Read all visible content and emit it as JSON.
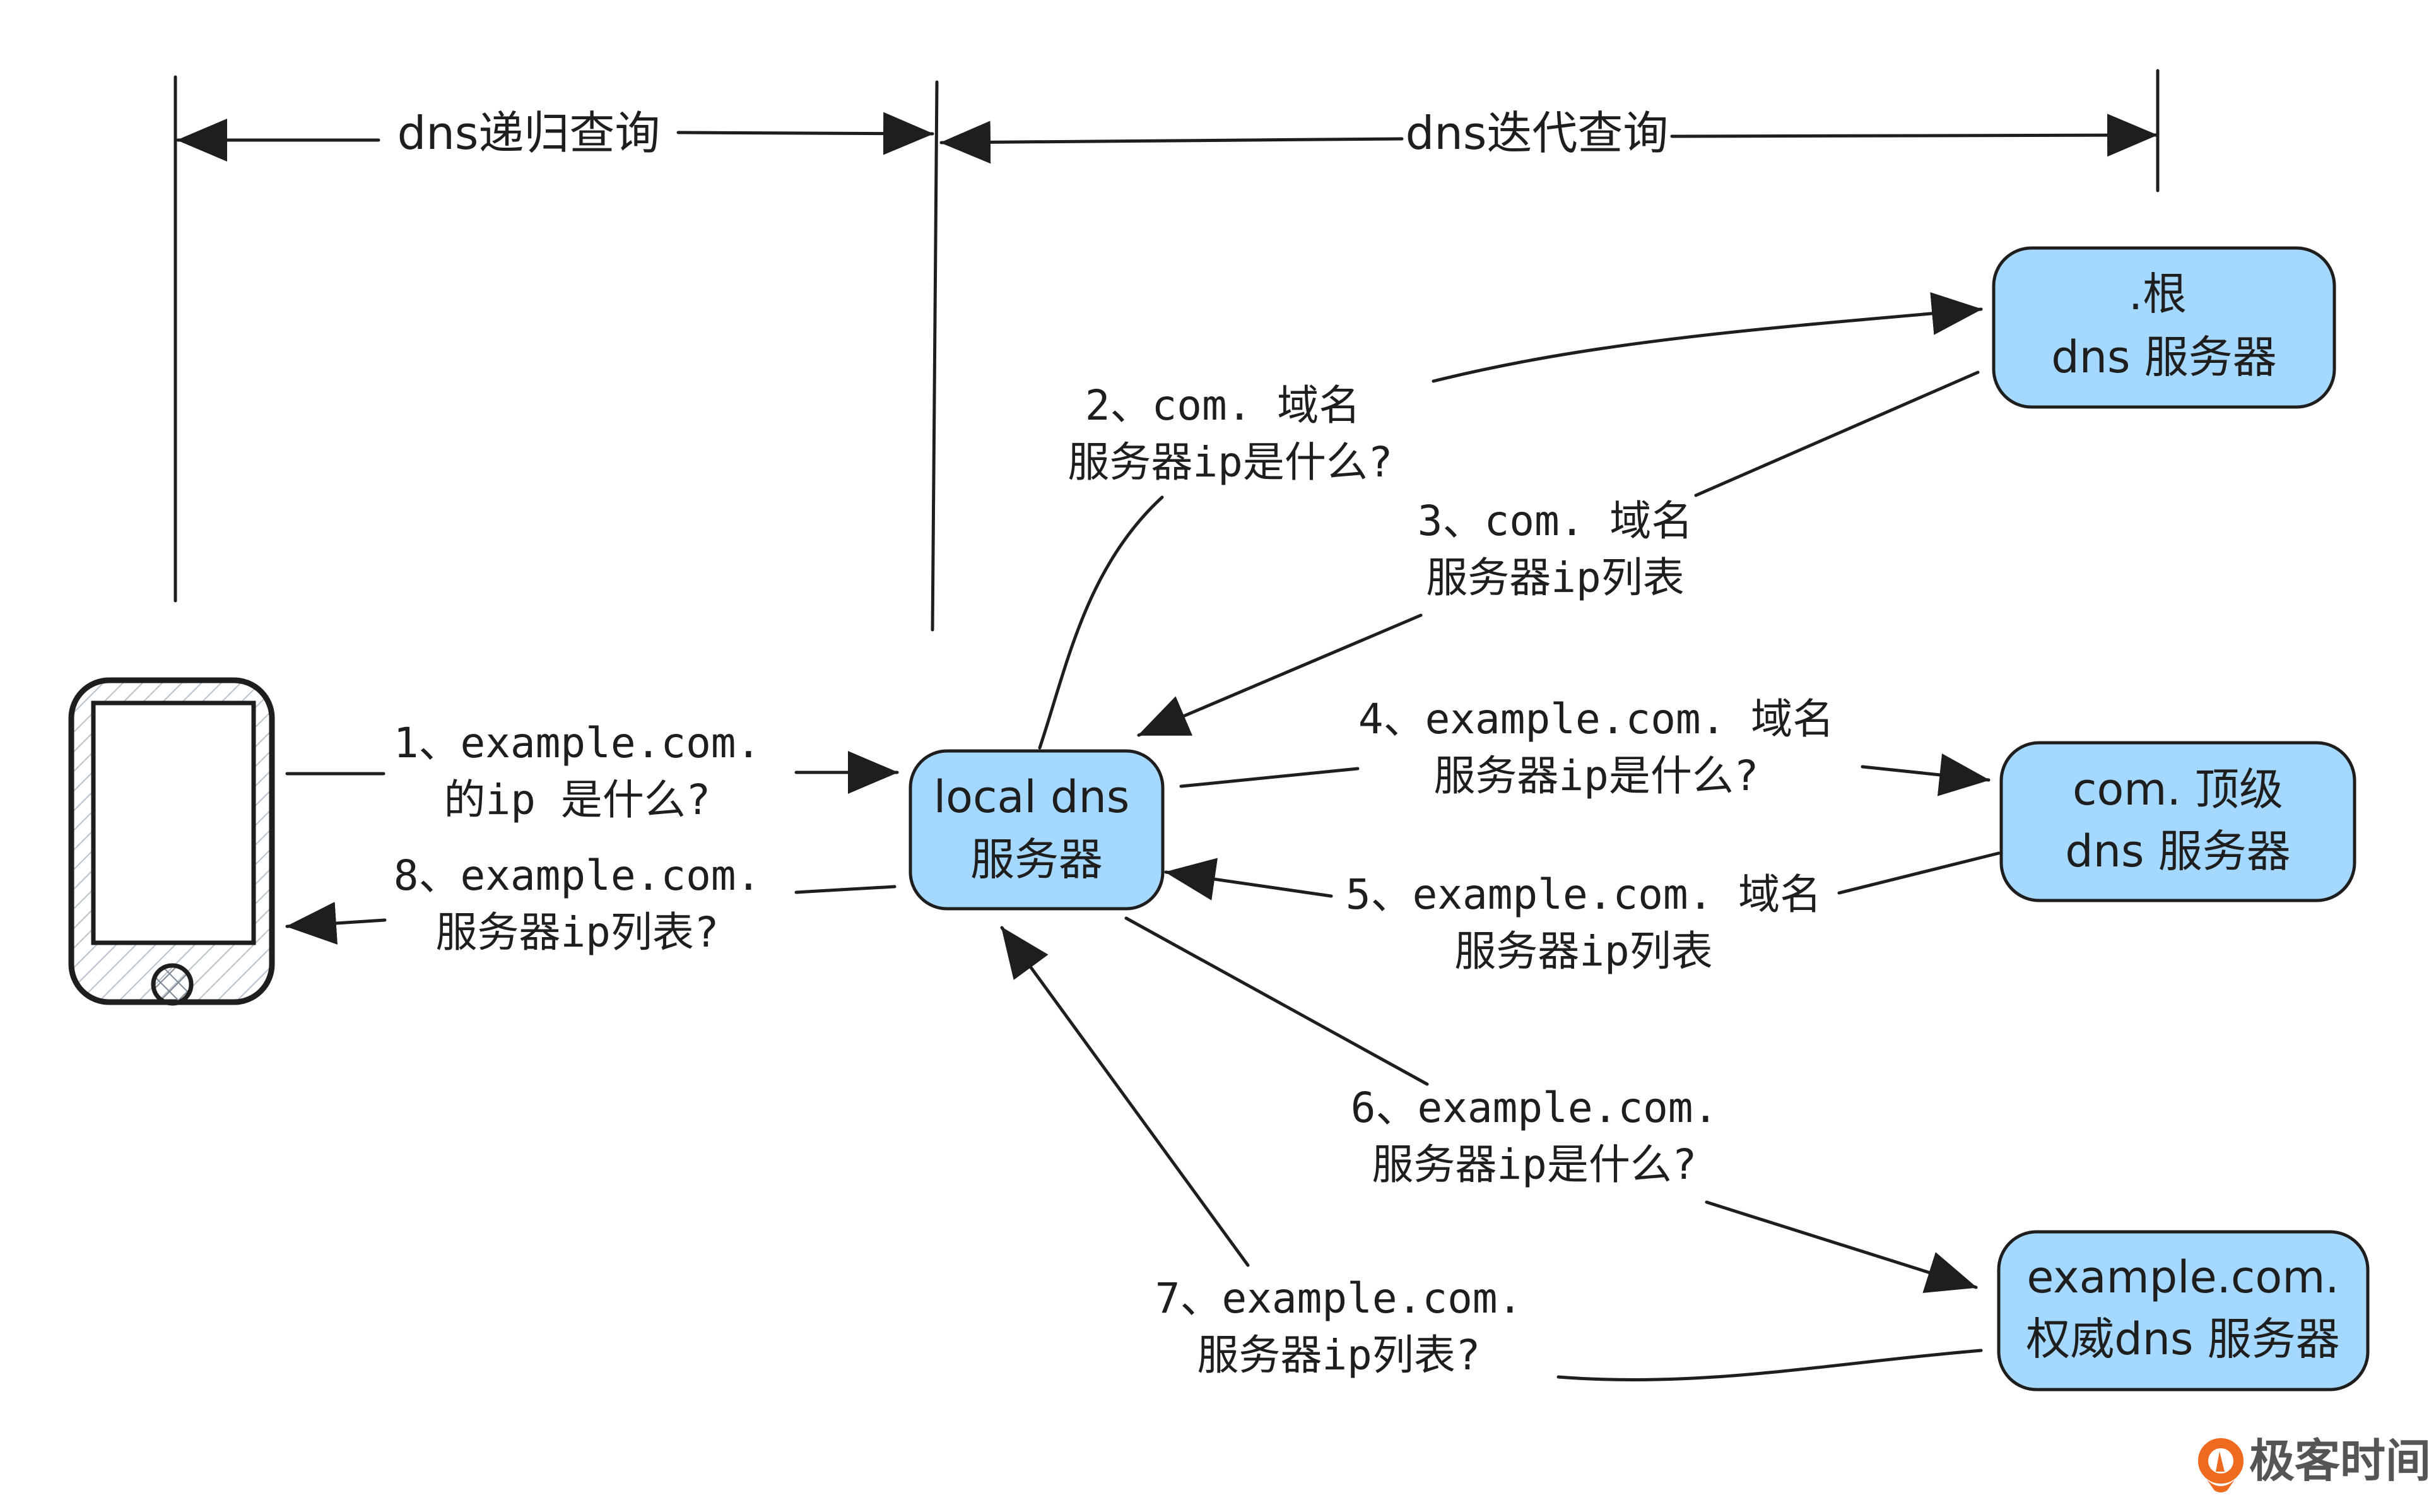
{
  "headers": {
    "recursive": "dns递归查询",
    "iterative": "dns迭代查询"
  },
  "nodes": {
    "client": {
      "label": "phone"
    },
    "local_dns": {
      "line1": "local dns",
      "line2": "服务器"
    },
    "root_dns": {
      "line1": ".根",
      "line2": "dns 服务器"
    },
    "tld_dns": {
      "line1": "com. 顶级",
      "line2": "dns 服务器"
    },
    "auth_dns": {
      "line1": "example.com.",
      "line2": "权威dns 服务器"
    }
  },
  "steps": [
    {
      "line1": "1、example.com.",
      "line2": "的ip 是什么?"
    },
    {
      "line1": "2、com. 域名",
      "line2": "服务器ip是什么?"
    },
    {
      "line1": "3、com. 域名",
      "line2": "服务器ip列表"
    },
    {
      "line1": "4、example.com. 域名",
      "line2": "服务器ip是什么?"
    },
    {
      "line1": "5、example.com. 域名",
      "line2": "服务器ip列表"
    },
    {
      "line1": "6、example.com.",
      "line2": "服务器ip是什么?"
    },
    {
      "line1": "7、example.com.",
      "line2": "服务器ip列表?"
    },
    {
      "line1": "8、example.com.",
      "line2": "服务器ip列表?"
    }
  ],
  "watermark": {
    "text": "极客时间"
  },
  "colors": {
    "node_fill": "#a5d8ff",
    "stroke": "#1e1e1e",
    "logo_orange": "#ee6a1f",
    "logo_text": "#555555"
  }
}
